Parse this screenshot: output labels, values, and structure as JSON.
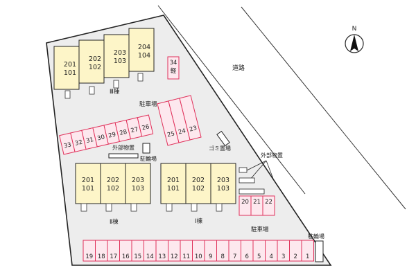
{
  "compass": {
    "letter": "N"
  },
  "road_label": "道路",
  "parking_label_upper": "駐車場",
  "parking_label_lower": "駐車場",
  "garbage_label": "ゴミ置場",
  "storage_label_left": "外部物置",
  "storage_label_right": "外部物置",
  "bicycle_label_left": "駐輪場",
  "bicycle_label_right": "駐輪場",
  "building_3": {
    "name": "Ⅲ棟",
    "units": [
      {
        "upper": "201",
        "lower": "101"
      },
      {
        "upper": "202",
        "lower": "102"
      },
      {
        "upper": "203",
        "lower": "103"
      },
      {
        "upper": "204",
        "lower": "104"
      }
    ]
  },
  "building_2": {
    "name": "Ⅱ棟",
    "units": [
      {
        "upper": "201",
        "lower": "101"
      },
      {
        "upper": "202",
        "lower": "102"
      },
      {
        "upper": "203",
        "lower": "103"
      }
    ]
  },
  "building_1": {
    "name": "Ⅰ棟",
    "units": [
      {
        "upper": "201",
        "lower": "101"
      },
      {
        "upper": "202",
        "lower": "102"
      },
      {
        "upper": "203",
        "lower": "103"
      }
    ]
  },
  "slot_34": {
    "number": "34",
    "label": "軽"
  },
  "parking_diag": [
    "33",
    "32",
    "31",
    "30",
    "29",
    "28",
    "27",
    "26"
  ],
  "parking_vert": [
    "25",
    "24",
    "23"
  ],
  "parking_right": [
    "20",
    "21",
    "22"
  ],
  "parking_bottom": [
    "19",
    "18",
    "17",
    "16",
    "15",
    "14",
    "13",
    "12",
    "11",
    "10",
    "9",
    "8",
    "7",
    "6",
    "5",
    "4",
    "3",
    "2",
    "1"
  ],
  "colors": {
    "lot": "#ededed",
    "building": "#fdf5c8",
    "parking_fill": "#fde8ee",
    "parking_stroke": "#e0305a"
  }
}
